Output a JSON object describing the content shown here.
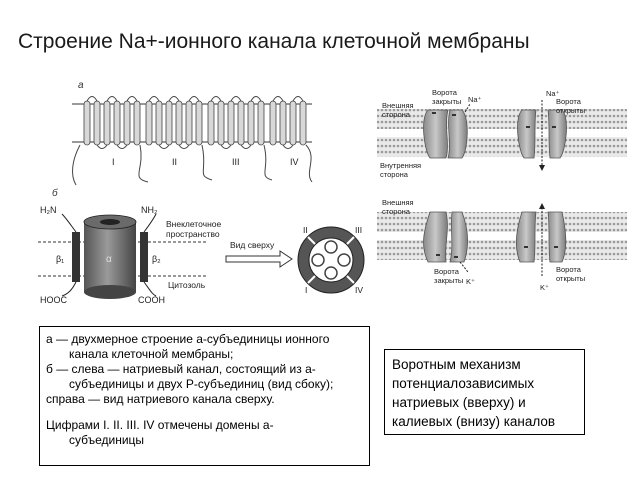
{
  "title": "Строение Na+-ионного канала клеточной мембраны",
  "panel_a": {
    "label": "а",
    "domains": [
      "I",
      "II",
      "III",
      "IV"
    ]
  },
  "panel_b": {
    "label": "б",
    "n_terminal_left": "H₂N",
    "n_terminal_right": "NH₂",
    "c_terminal_left": "HOOC",
    "c_terminal_right": "COOH",
    "beta1": "β₁",
    "beta2": "β₂",
    "alpha": "α",
    "extracellular_line1": "Внеклеточное",
    "extracellular_line2": "пространство",
    "cytosol": "Цитозоль",
    "top_view_arrow": "Вид сверху",
    "ring_domains": [
      "II",
      "III",
      "I",
      "IV"
    ]
  },
  "gates_top": {
    "outer_line1": "Внешняя",
    "outer_line2": "сторона",
    "inner_line1": "Внутренняя",
    "inner_line2": "сторона",
    "closed_line1": "Ворота",
    "closed_line2": "закрыты",
    "open_line1": "Ворота",
    "open_line2": "открыты",
    "ion_left": "Na⁺",
    "ion_right": "Na⁺"
  },
  "gates_bottom": {
    "outer_line1": "Внешняя",
    "outer_line2": "сторона",
    "closed_line1": "Ворота",
    "closed_line2": "закрыты",
    "open_line1": "Ворота",
    "open_line2": "открыты",
    "ion_left": "K⁺",
    "ion_right": "K⁺"
  },
  "caption_left": {
    "line1": "а — двухмерное строение а-субъединицы ионного",
    "line2": "канала клеточной мембраны;",
    "line3": "б — слева — натриевый канал, состоящий из а-",
    "line4": "субъединицы и двух Р-субъединиц (вид сбоку);",
    "line5": "справа — вид натриевого канала сверху.",
    "line6": "Цифрами I. II. III. IV отмечены домены а-",
    "line7": "субъединицы"
  },
  "caption_right": {
    "line1": "Воротным механизм",
    "line2": "потенциалозависимых",
    "line3": "натриевых (вверху) и",
    "line4": "калиевых (внизу) каналов"
  }
}
